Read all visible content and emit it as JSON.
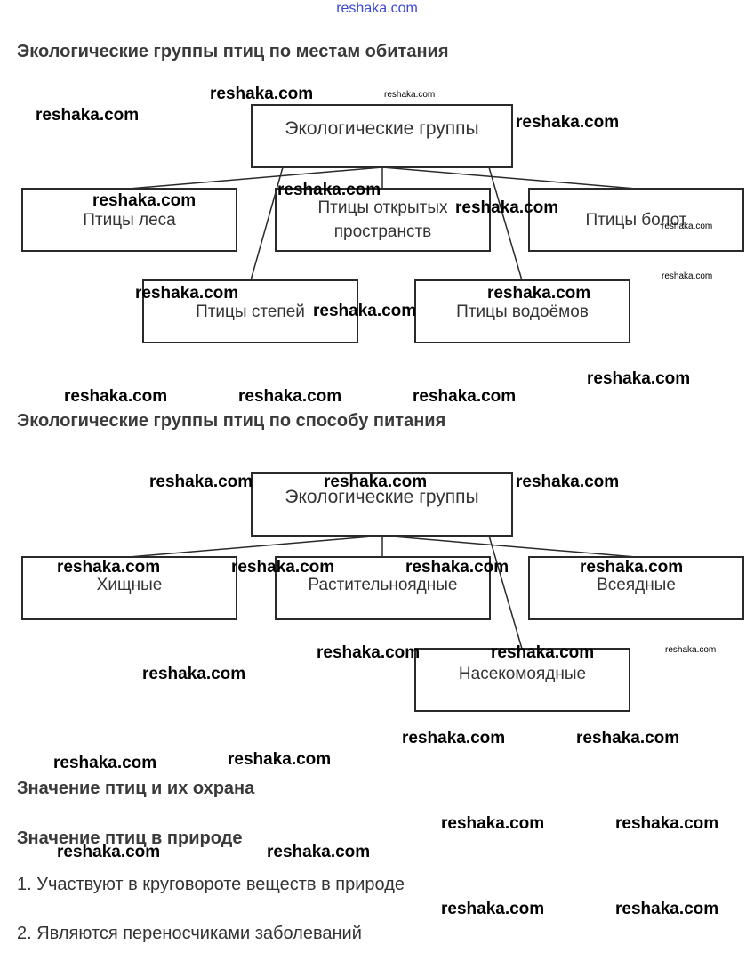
{
  "site": {
    "link_text": "reshaka.com"
  },
  "sections": {
    "habitat": {
      "title": "Экологические группы птиц по местам обитания",
      "root": "Экологические группы",
      "nodes": {
        "forest": "Птицы леса",
        "open": "Птицы открытых пространств",
        "swamp": "Птицы болот",
        "steppe": "Птицы степей",
        "water": "Птицы водоёмов"
      }
    },
    "feeding": {
      "title": "Экологические группы птиц по способу питания",
      "root": "Экологические группы",
      "nodes": {
        "predators": "Хищные",
        "herbivores": "Растительноядные",
        "omnivores": "Всеядные",
        "insectivores": "Насекомоядные"
      }
    },
    "importance": {
      "title": "Значение птиц и их охрана",
      "subtitle": "Значение птиц в природе",
      "items": [
        "1. Участвуют в круговороте веществ в природе",
        "2. Являются переносчиками заболеваний"
      ]
    }
  },
  "watermark": {
    "text": "reshaka.com"
  }
}
